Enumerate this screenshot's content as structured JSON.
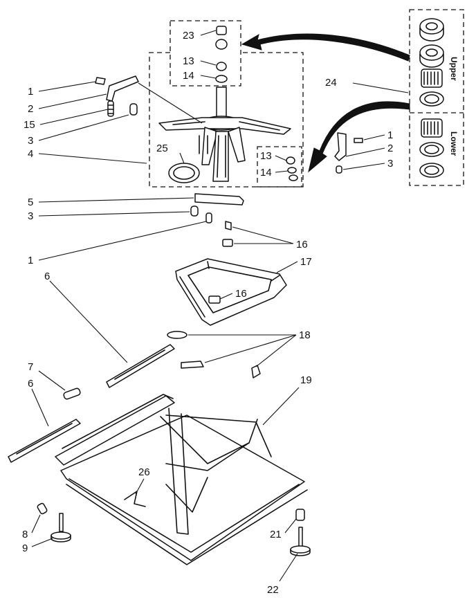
{
  "callouts": [
    {
      "id": "c1a",
      "text": "1"
    },
    {
      "id": "c2a",
      "text": "2"
    },
    {
      "id": "c15",
      "text": "15"
    },
    {
      "id": "c3a",
      "text": "3"
    },
    {
      "id": "c4",
      "text": "4"
    },
    {
      "id": "c23",
      "text": "23"
    },
    {
      "id": "c13a",
      "text": "13"
    },
    {
      "id": "c14a",
      "text": "14"
    },
    {
      "id": "c25",
      "text": "25"
    },
    {
      "id": "c13b",
      "text": "13"
    },
    {
      "id": "c14b",
      "text": "14"
    },
    {
      "id": "c24",
      "text": "24"
    },
    {
      "id": "c1b",
      "text": "1"
    },
    {
      "id": "c2b",
      "text": "2"
    },
    {
      "id": "c3b",
      "text": "3"
    },
    {
      "id": "c5",
      "text": "5"
    },
    {
      "id": "c3c",
      "text": "3"
    },
    {
      "id": "c1c",
      "text": "1"
    },
    {
      "id": "c16a",
      "text": "16"
    },
    {
      "id": "c17",
      "text": "17"
    },
    {
      "id": "c16b",
      "text": "16"
    },
    {
      "id": "c6a",
      "text": "6"
    },
    {
      "id": "c18",
      "text": "18"
    },
    {
      "id": "c7",
      "text": "7"
    },
    {
      "id": "c6b",
      "text": "6"
    },
    {
      "id": "c19",
      "text": "19"
    },
    {
      "id": "c26",
      "text": "26"
    },
    {
      "id": "c8",
      "text": "8"
    },
    {
      "id": "c9",
      "text": "9"
    },
    {
      "id": "c21",
      "text": "21"
    },
    {
      "id": "c22",
      "text": "22"
    }
  ],
  "bearing_kit": {
    "upper_label": "Upper",
    "lower_label": "Lower"
  }
}
